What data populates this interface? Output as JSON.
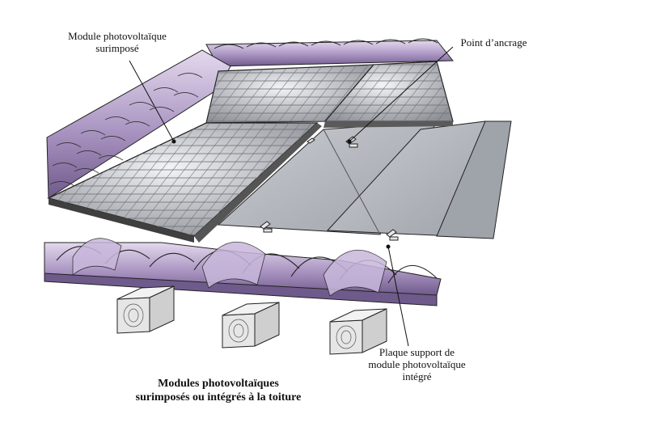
{
  "labels": {
    "surimpose": {
      "line1": "Module photovoltaïque",
      "line2": "surimposé"
    },
    "ancrage": {
      "line1": "Point d’ancrage"
    },
    "plaque": {
      "line1": "Plaque support de",
      "line2": "module photovoltaïque",
      "line3": "intégré"
    }
  },
  "caption": {
    "line1": "Modules photovoltaïques",
    "line2": "surimposés ou intégrés à la toiture"
  },
  "colors": {
    "tile_light": "#d9cce6",
    "tile_mid": "#a994c1",
    "tile_dark": "#6f5a8c",
    "panel_cell": "#a7a9b0",
    "panel_frame": "#4a4a4a",
    "plate": "#b9bcc2",
    "wood": "#e6e6e6",
    "outline": "#222222"
  }
}
